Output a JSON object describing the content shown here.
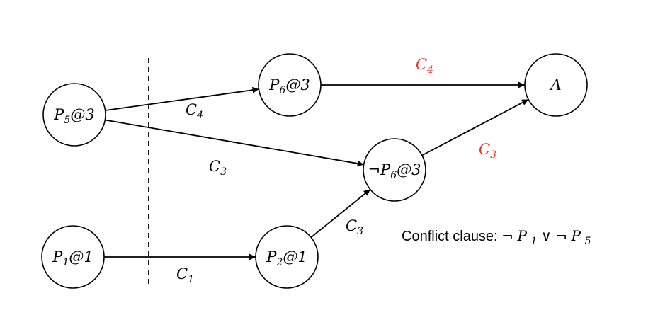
{
  "nodes": [
    {
      "id": "p5",
      "name": "node-p5-at-3",
      "neg": "",
      "var": "P",
      "sub": "5",
      "level": "@3"
    },
    {
      "id": "p6",
      "name": "node-p6-at-3",
      "neg": "",
      "var": "P",
      "sub": "6",
      "level": "@3"
    },
    {
      "id": "lambda",
      "name": "node-lambda",
      "neg": "",
      "var": "Λ",
      "sub": "",
      "level": ""
    },
    {
      "id": "np6",
      "name": "node-not-p6-at-3",
      "neg": "¬",
      "var": "P",
      "sub": "6",
      "level": "@3"
    },
    {
      "id": "p1",
      "name": "node-p1-at-1",
      "neg": "",
      "var": "P",
      "sub": "1",
      "level": "@1"
    },
    {
      "id": "p2",
      "name": "node-p2-at-1",
      "neg": "",
      "var": "P",
      "sub": "2",
      "level": "@1"
    }
  ],
  "edges": [
    {
      "id": "e1",
      "from": "p5",
      "to": "p6",
      "label": "C",
      "sub": "4",
      "color": "#000000"
    },
    {
      "id": "e2",
      "from": "p6",
      "to": "lambda",
      "label": "C",
      "sub": "4",
      "color": "#e8352b"
    },
    {
      "id": "e3",
      "from": "p5",
      "to": "np6",
      "label": "C",
      "sub": "3",
      "color": "#000000"
    },
    {
      "id": "e4",
      "from": "np6",
      "to": "lambda",
      "label": "C",
      "sub": "3",
      "color": "#e8352b"
    },
    {
      "id": "e5",
      "from": "p2",
      "to": "np6",
      "label": "C",
      "sub": "3",
      "color": "#000000"
    },
    {
      "id": "e6",
      "from": "p1",
      "to": "p2",
      "label": "C",
      "sub": "1",
      "color": "#000000"
    }
  ],
  "conflict": {
    "label": "Conflict clause: ",
    "lit1_neg": "¬",
    "lit1_var": "P",
    "lit1_sub": "1",
    "op": " ∨ ",
    "lit2_neg": "¬",
    "lit2_var": "P",
    "lit2_sub": "5"
  }
}
